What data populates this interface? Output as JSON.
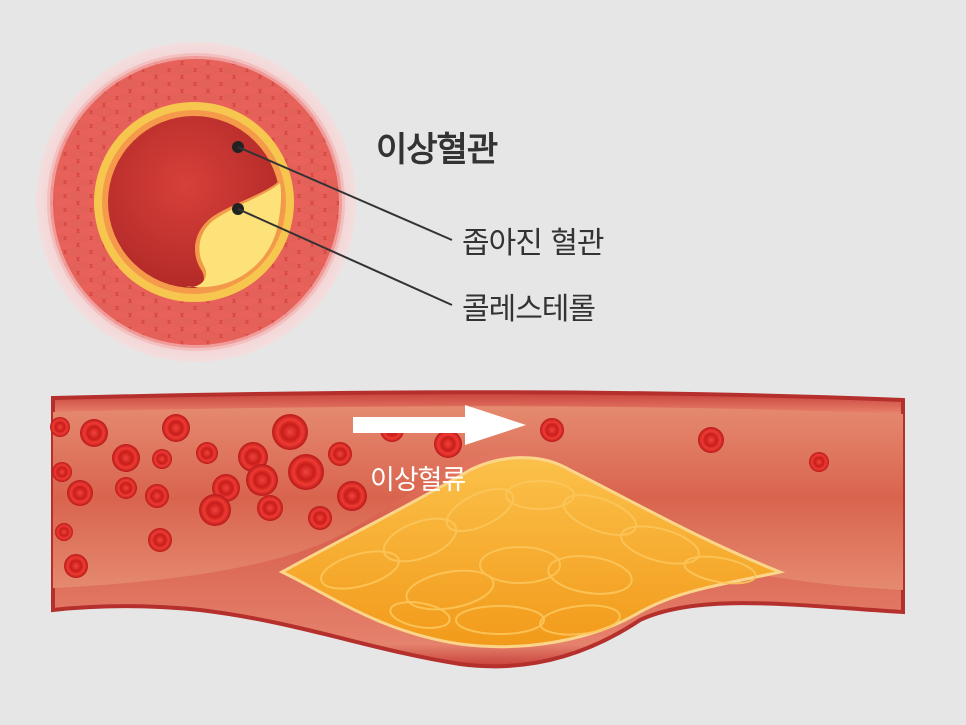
{
  "title": "이상혈관",
  "labels": {
    "narrowed_vessel": "좁아진 혈관",
    "cholesterol": "콜레스테롤",
    "abnormal_flow": "이상혈류"
  },
  "colors": {
    "background": "#e6e6e6",
    "vessel_wall": "#e36b5a",
    "vessel_lumen": "#c4302b",
    "blood_cell": "#e8312b",
    "plaque": "#f7a51e",
    "cholesterol": "#fde27a",
    "text": "#333333",
    "arrow": "#ffffff"
  },
  "icons": {
    "flow_arrow": "right-arrow-icon"
  }
}
